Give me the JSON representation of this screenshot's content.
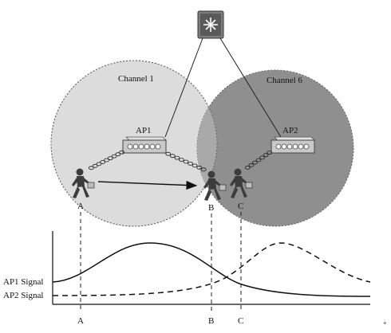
{
  "coverage": {
    "channel1": "Channel 1",
    "channel6": "Channel 6"
  },
  "access_points": {
    "ap1": "AP1",
    "ap2": "AP2"
  },
  "positions": {
    "a": "A",
    "b": "B",
    "c": "C"
  },
  "signal_labels": {
    "ap1": "AP1 Signal",
    "ap2": "AP2 Signal"
  },
  "colors": {
    "cell1_fill": "#dcdcdc",
    "cell2_fill": "#8f8f8f",
    "overlap_fill": "#a9a9a9",
    "ap_body": "#c9c9c9",
    "person": "#3c3c3c",
    "line": "#222222"
  },
  "icons": {
    "switch": "switch-icon",
    "access_point": "access-point-icon",
    "user": "walking-user-icon"
  },
  "footnote_mark": "+"
}
